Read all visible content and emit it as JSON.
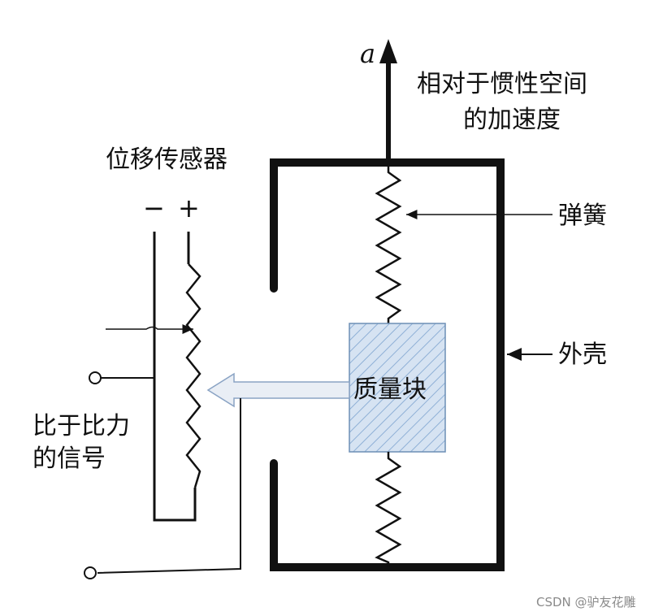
{
  "labels": {
    "accel_symbol": "a",
    "accel_desc_line1": "相对于惯性空间",
    "accel_desc_line2": "的加速度",
    "sensor": "位移传感器",
    "minus": "−",
    "plus": "+",
    "spring": "弹簧",
    "shell": "外壳",
    "mass": "质量块",
    "signal_line1": "比于比力",
    "signal_line2": "的信号"
  },
  "watermark": "CSDN @驴友花雕",
  "colors": {
    "line": "#111111",
    "mass_fill": "#d6e3f2",
    "mass_border": "#6d8fb5",
    "pointer_fill": "#e9eef5",
    "pointer_border": "#8aa3c4"
  }
}
